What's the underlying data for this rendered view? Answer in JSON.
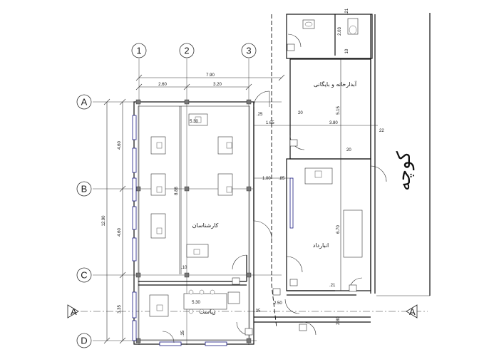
{
  "grid": {
    "columns": [
      "1",
      "2",
      "3"
    ],
    "rows": [
      "A",
      "B",
      "C",
      "D"
    ],
    "section_mark": "A"
  },
  "dimensions": {
    "overall_width": "7.90",
    "span_1_2": "2.60",
    "span_2_3": "3.20",
    "overall_height": "12.90",
    "h_A_B": "4.60",
    "h_B_C": "4.60",
    "h_C_D": "3.35",
    "office_inner": "8.88",
    "office_width": "5.30",
    "manager_width": "5.30",
    "corr_1_00": "1.00",
    "d_85": ".85",
    "d_25": ".25",
    "d_1_65": "1.65",
    "d_3_80": "3.80",
    "d_22": "22",
    "d_20a": "20",
    "d_20b": "20",
    "d_5_15": "5.15",
    "d_6_70": "6.70",
    "d_2_80": "2.80",
    "d_21a": ".21",
    "d_21b": ".21",
    "d_2_03": "2.03",
    "d_10a": "10",
    "d_10b": ".10",
    "d_35a": ".35",
    "d_35b": ".35",
    "d_2_50": "2.50"
  },
  "rooms": {
    "staff": "کارشناسان",
    "manager": "رياست",
    "archive": "آبدارخانه و بايگانی",
    "storage": "انبارداد"
  },
  "street": "کوچه"
}
